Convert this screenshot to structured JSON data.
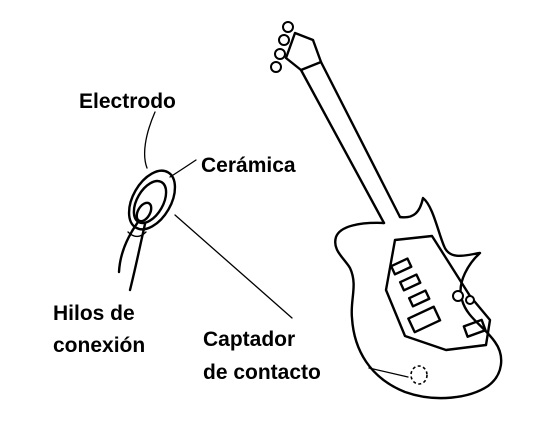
{
  "labels": {
    "electrode": "Electrodo",
    "ceramic": "Cerámica",
    "wires_line1": "Hilos de",
    "wires_line2": "conexión",
    "pickup_line1": "Captador",
    "pickup_line2": "de contacto"
  },
  "colors": {
    "ink": "#000000",
    "background": "#ffffff"
  }
}
